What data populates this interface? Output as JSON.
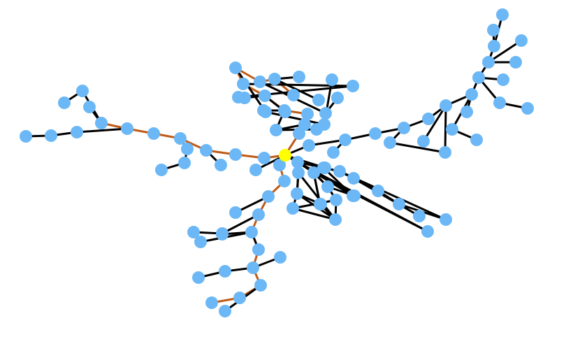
{
  "colors": {
    "background": "#ffffff",
    "node": "#6cb8f6",
    "root_node": "#ffff00",
    "edge": "#000000",
    "highlight_edge": "#bf5b17"
  },
  "graph": {
    "root": "root",
    "nodes": [
      "root",
      "a1",
      "a2",
      "a3",
      "a4",
      "a5",
      "a6",
      "a7",
      "a8",
      "a9",
      "a10",
      "a11",
      "a12",
      "a13",
      "a14",
      "a15",
      "a16",
      "a17",
      "b1",
      "b2",
      "b3",
      "b4",
      "b5",
      "b6",
      "b7",
      "b8",
      "b9",
      "b10",
      "b11",
      "b12",
      "b13",
      "b14",
      "b15",
      "b16",
      "b17",
      "b18",
      "b19",
      "b20",
      "c1",
      "c2",
      "c3",
      "c4",
      "c5",
      "c6",
      "c7",
      "c8",
      "c9",
      "c10",
      "c11",
      "c12",
      "c13",
      "c14",
      "c15",
      "c16",
      "c17",
      "c18",
      "c19",
      "c20",
      "c21",
      "c22",
      "c23",
      "c24",
      "c25",
      "c26",
      "d1",
      "d2",
      "d3",
      "d4",
      "d5",
      "d6",
      "d7",
      "d8",
      "d9",
      "d10",
      "d11",
      "d12",
      "d13",
      "d14",
      "d15",
      "d16",
      "d17",
      "d18",
      "d19",
      "d20",
      "d21",
      "d22",
      "d23",
      "d24",
      "d25",
      "e1",
      "e2",
      "e3",
      "e4",
      "e5",
      "e6",
      "e7",
      "e8",
      "e9",
      "e10",
      "e11",
      "e12",
      "e13",
      "e14",
      "e15",
      "e16",
      "e17",
      "e18",
      "e19",
      "e20",
      "e21",
      "e22",
      "e23",
      "e24",
      "e25",
      "e26",
      "e27",
      "e28",
      "e29",
      "e30",
      "e31",
      "e32",
      "e33",
      "e34",
      "e35",
      "e36",
      "e37",
      "e38",
      "e39",
      "e40",
      "e41",
      "e42",
      "e43"
    ],
    "edges": [
      {
        "from": "root",
        "to": "a1",
        "highlight": true
      },
      {
        "from": "a1",
        "to": "a2",
        "highlight": true
      },
      {
        "from": "a2",
        "to": "a3",
        "highlight": true
      },
      {
        "from": "a3",
        "to": "a4",
        "highlight": true
      },
      {
        "from": "a4",
        "to": "a5",
        "highlight": true
      },
      {
        "from": "a5",
        "to": "a6",
        "highlight": true
      },
      {
        "from": "a6",
        "to": "a7",
        "highlight": true
      },
      {
        "from": "a7",
        "to": "a8",
        "highlight": false
      },
      {
        "from": "a7",
        "to": "a9",
        "highlight": false
      },
      {
        "from": "a9",
        "to": "a10",
        "highlight": false
      },
      {
        "from": "a6",
        "to": "a11",
        "highlight": false
      },
      {
        "from": "a11",
        "to": "a12",
        "highlight": false
      },
      {
        "from": "a12",
        "to": "a13",
        "highlight": false
      },
      {
        "from": "a4",
        "to": "a14",
        "highlight": false
      },
      {
        "from": "a14",
        "to": "a15",
        "highlight": false
      },
      {
        "from": "a15",
        "to": "a16",
        "highlight": false
      },
      {
        "from": "a3",
        "to": "a17",
        "highlight": false
      },
      {
        "from": "root",
        "to": "b1",
        "highlight": true
      },
      {
        "from": "b1",
        "to": "b2",
        "highlight": true
      },
      {
        "from": "b2",
        "to": "b3",
        "highlight": true
      },
      {
        "from": "b3",
        "to": "b4",
        "highlight": true
      },
      {
        "from": "b4",
        "to": "b5",
        "highlight": true
      },
      {
        "from": "b5",
        "to": "b6",
        "highlight": true
      },
      {
        "from": "b6",
        "to": "b7",
        "highlight": true
      },
      {
        "from": "b7",
        "to": "b8",
        "highlight": true
      },
      {
        "from": "b8",
        "to": "b9",
        "highlight": true
      },
      {
        "from": "b9",
        "to": "b10",
        "highlight": true
      },
      {
        "from": "b8",
        "to": "b11",
        "highlight": false
      },
      {
        "from": "b7",
        "to": "b12",
        "highlight": false
      },
      {
        "from": "b7",
        "to": "b13",
        "highlight": false
      },
      {
        "from": "b13",
        "to": "b14",
        "highlight": false
      },
      {
        "from": "b4",
        "to": "b15",
        "highlight": false
      },
      {
        "from": "b15",
        "to": "b16",
        "highlight": false
      },
      {
        "from": "b6",
        "to": "b17",
        "highlight": false
      },
      {
        "from": "b17",
        "to": "b18",
        "highlight": false
      },
      {
        "from": "b17",
        "to": "b19",
        "highlight": false
      },
      {
        "from": "b3",
        "to": "b20",
        "highlight": false
      },
      {
        "from": "root",
        "to": "c1",
        "highlight": true
      },
      {
        "from": "c1",
        "to": "c2",
        "highlight": true
      },
      {
        "from": "c2",
        "to": "c3",
        "highlight": true
      },
      {
        "from": "c3",
        "to": "c4",
        "highlight": true
      },
      {
        "from": "c4",
        "to": "c5",
        "highlight": true
      },
      {
        "from": "c5",
        "to": "c6",
        "highlight": true
      },
      {
        "from": "c6",
        "to": "c7",
        "highlight": true
      },
      {
        "from": "c7",
        "to": "c8",
        "highlight": true
      },
      {
        "from": "c8",
        "to": "c9",
        "highlight": true
      },
      {
        "from": "c9",
        "to": "c10",
        "highlight": true
      },
      {
        "from": "c9",
        "to": "c11",
        "highlight": false
      },
      {
        "from": "c9",
        "to": "c12",
        "highlight": false
      },
      {
        "from": "c8",
        "to": "c13",
        "highlight": false
      },
      {
        "from": "c13",
        "to": "c14",
        "highlight": false
      },
      {
        "from": "c13",
        "to": "c15",
        "highlight": false
      },
      {
        "from": "c14",
        "to": "c16",
        "highlight": false
      },
      {
        "from": "c6",
        "to": "c17",
        "highlight": false
      },
      {
        "from": "c17",
        "to": "c18",
        "highlight": false
      },
      {
        "from": "c4",
        "to": "c19",
        "highlight": false
      },
      {
        "from": "c4",
        "to": "c20",
        "highlight": false
      },
      {
        "from": "c20",
        "to": "c21",
        "highlight": false
      },
      {
        "from": "c5",
        "to": "c22",
        "highlight": false
      },
      {
        "from": "c5",
        "to": "c23",
        "highlight": false
      },
      {
        "from": "c7",
        "to": "c24",
        "highlight": false
      },
      {
        "from": "c24",
        "to": "c25",
        "highlight": false
      },
      {
        "from": "c2",
        "to": "c26",
        "highlight": false
      },
      {
        "from": "root",
        "to": "d1",
        "highlight": false
      },
      {
        "from": "d1",
        "to": "d2",
        "highlight": false
      },
      {
        "from": "d2",
        "to": "d3",
        "highlight": false
      },
      {
        "from": "d3",
        "to": "d4",
        "highlight": false
      },
      {
        "from": "d4",
        "to": "d5",
        "highlight": false
      },
      {
        "from": "d5",
        "to": "d6",
        "highlight": false
      },
      {
        "from": "d6",
        "to": "d7",
        "highlight": false
      },
      {
        "from": "d7",
        "to": "d8",
        "highlight": false
      },
      {
        "from": "d8",
        "to": "d9",
        "highlight": false
      },
      {
        "from": "d9",
        "to": "d10",
        "highlight": false
      },
      {
        "from": "d10",
        "to": "d11",
        "highlight": false
      },
      {
        "from": "d10",
        "to": "d12",
        "highlight": false
      },
      {
        "from": "d9",
        "to": "d13",
        "highlight": false
      },
      {
        "from": "d9",
        "to": "d14",
        "highlight": false
      },
      {
        "from": "d8",
        "to": "d15",
        "highlight": false
      },
      {
        "from": "d8",
        "to": "d16",
        "highlight": false
      },
      {
        "from": "d16",
        "to": "d17",
        "highlight": false
      },
      {
        "from": "d7",
        "to": "d18",
        "highlight": false
      },
      {
        "from": "d7",
        "to": "d19",
        "highlight": false
      },
      {
        "from": "d19",
        "to": "d20",
        "highlight": false
      },
      {
        "from": "d6",
        "to": "d21",
        "highlight": false
      },
      {
        "from": "d6",
        "to": "d22",
        "highlight": false
      },
      {
        "from": "d22",
        "to": "d23",
        "highlight": false
      },
      {
        "from": "d4",
        "to": "d24",
        "highlight": false
      },
      {
        "from": "d2",
        "to": "d25",
        "highlight": false
      },
      {
        "from": "root",
        "to": "e1",
        "highlight": false
      },
      {
        "from": "e1",
        "to": "e2",
        "highlight": false
      },
      {
        "from": "e2",
        "to": "e3",
        "highlight": false
      },
      {
        "from": "e3",
        "to": "e4",
        "highlight": false
      },
      {
        "from": "e4",
        "to": "e5",
        "highlight": false
      },
      {
        "from": "e5",
        "to": "e6",
        "highlight": false
      },
      {
        "from": "e6",
        "to": "e7",
        "highlight": false
      },
      {
        "from": "e6",
        "to": "e8",
        "highlight": false
      },
      {
        "from": "e1",
        "to": "e9",
        "highlight": false
      },
      {
        "from": "e9",
        "to": "e10",
        "highlight": false
      },
      {
        "from": "e10",
        "to": "e11",
        "highlight": false
      },
      {
        "from": "e1",
        "to": "e12",
        "highlight": false
      },
      {
        "from": "e12",
        "to": "e13",
        "highlight": false
      },
      {
        "from": "e13",
        "to": "e14",
        "highlight": false
      },
      {
        "from": "e12",
        "to": "e15",
        "highlight": false
      },
      {
        "from": "e15",
        "to": "e16",
        "highlight": false
      },
      {
        "from": "e15",
        "to": "e17",
        "highlight": false
      },
      {
        "from": "e1",
        "to": "e18",
        "highlight": false
      },
      {
        "from": "e18",
        "to": "e19",
        "highlight": false
      },
      {
        "from": "e19",
        "to": "e20",
        "highlight": false
      },
      {
        "from": "e20",
        "to": "e21",
        "highlight": false
      },
      {
        "from": "e21",
        "to": "e22",
        "highlight": false
      },
      {
        "from": "e22",
        "to": "e23",
        "highlight": false
      },
      {
        "from": "e21",
        "to": "e24",
        "highlight": false
      },
      {
        "from": "e20",
        "to": "e25",
        "highlight": false
      },
      {
        "from": "e1",
        "to": "e26",
        "highlight": false
      },
      {
        "from": "e26",
        "to": "e27",
        "highlight": false
      },
      {
        "from": "e27",
        "to": "e28",
        "highlight": false
      },
      {
        "from": "e28",
        "to": "e29",
        "highlight": false
      },
      {
        "from": "e27",
        "to": "e30",
        "highlight": false
      },
      {
        "from": "e26",
        "to": "e31",
        "highlight": false
      },
      {
        "from": "e31",
        "to": "e32",
        "highlight": false
      },
      {
        "from": "e32",
        "to": "e33",
        "highlight": false
      },
      {
        "from": "e32",
        "to": "e34",
        "highlight": false
      },
      {
        "from": "root",
        "to": "e35",
        "highlight": false
      },
      {
        "from": "root",
        "to": "e36",
        "highlight": false
      },
      {
        "from": "e35",
        "to": "e37",
        "highlight": false
      },
      {
        "from": "e37",
        "to": "e38",
        "highlight": false
      },
      {
        "from": "e38",
        "to": "e39",
        "highlight": false
      },
      {
        "from": "e37",
        "to": "e40",
        "highlight": false
      },
      {
        "from": "e40",
        "to": "e41",
        "highlight": false
      },
      {
        "from": "e38",
        "to": "e42",
        "highlight": false
      },
      {
        "from": "e42",
        "to": "e43",
        "highlight": false
      }
    ]
  }
}
